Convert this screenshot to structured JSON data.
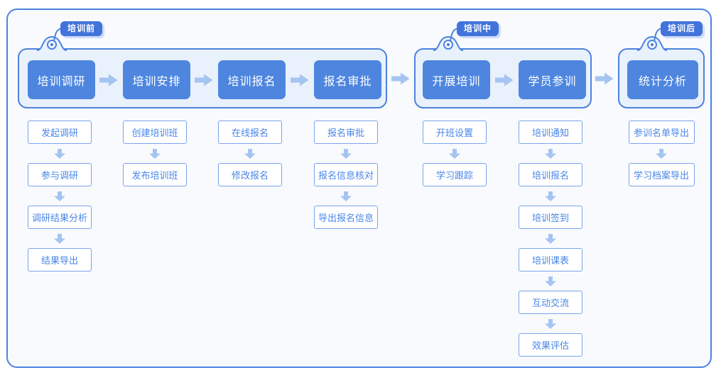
{
  "flow": {
    "phases": [
      {
        "tag": "培训前",
        "columns": [
          {
            "main": "培训调研",
            "subs": [
              "发起调研",
              "参与调研",
              "调研结果分析",
              "结果导出"
            ]
          },
          {
            "main": "培训安排",
            "subs": [
              "创建培训班",
              "发布培训班"
            ]
          },
          {
            "main": "培训报名",
            "subs": [
              "在线报名",
              "修改报名"
            ]
          },
          {
            "main": "报名审批",
            "subs": [
              "报名审批",
              "报名信息核对",
              "导出报名信息"
            ]
          }
        ]
      },
      {
        "tag": "培训中",
        "columns": [
          {
            "main": "开展培训",
            "subs": [
              "开班设置",
              "学习跟踪"
            ]
          },
          {
            "main": "学员参训",
            "subs": [
              "培训通知",
              "培训报名",
              "培训签到",
              "培训课表",
              "互动交流",
              "效果评估"
            ]
          }
        ]
      },
      {
        "tag": "培训后",
        "columns": [
          {
            "main": "统计分析",
            "subs": [
              "参训名单导出",
              "学习档案导出"
            ]
          }
        ]
      }
    ],
    "colors": {
      "main_box_blue": "#4E86DF",
      "tag_blue": "#4273DB",
      "group_border_blue": "#4D83DC",
      "group_fill": "#E9F1FC",
      "sub_box_border": "#7BA3EA",
      "sub_box_text": "#4A86E8",
      "arrow_light_blue": "#A5C4F1",
      "frame_fill": "#F8FAFE"
    }
  }
}
